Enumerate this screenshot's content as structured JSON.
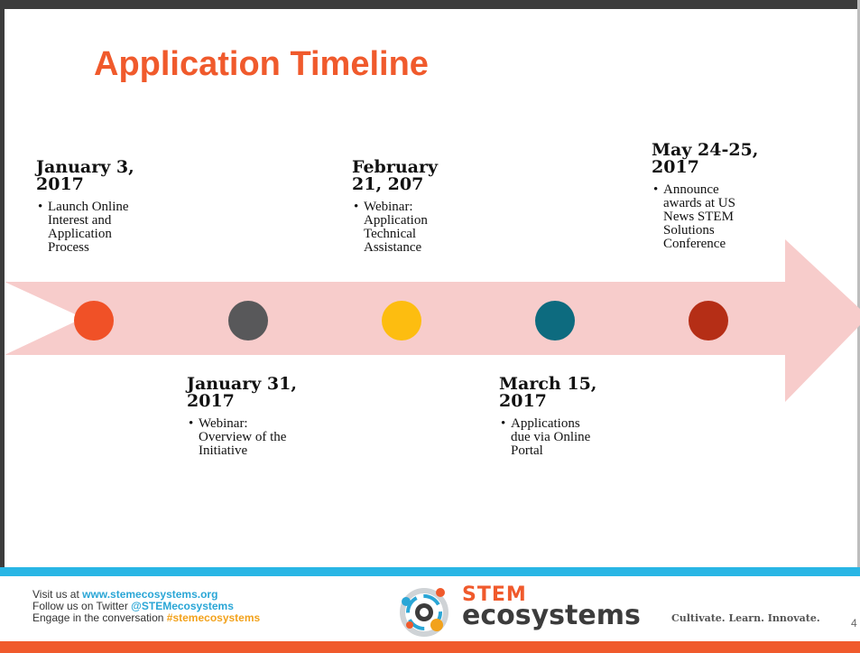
{
  "slide": {
    "title": "Application Timeline",
    "page_number": "4"
  },
  "colors": {
    "title": "#f05a2c",
    "arrow": "#f7cccb",
    "footer_bar": "#29b6e5",
    "bottom_bar": "#f05a2c"
  },
  "events": [
    {
      "date": "January 3, 2017",
      "date_lines": [
        "January 3,",
        "2017"
      ],
      "items": [
        "Launch Online Interest and Application Process"
      ],
      "item_lines": [
        "Launch Online",
        "Interest and",
        "Application",
        "Process"
      ],
      "color": "#f05127"
    },
    {
      "date": "January 31, 2017",
      "date_lines": [
        "January 31,",
        "2017"
      ],
      "items": [
        "Webinar: Overview of the Initiative"
      ],
      "item_lines": [
        "Webinar:",
        "Overview of the",
        "Initiative"
      ],
      "color": "#58585a"
    },
    {
      "date": "February 21, 207",
      "date_lines": [
        "February",
        "21, 207"
      ],
      "items": [
        "Webinar: Application Technical Assistance"
      ],
      "item_lines": [
        "Webinar:",
        "Application",
        "Technical",
        "Assistance"
      ],
      "color": "#fdbd10"
    },
    {
      "date": "March 15, 2017",
      "date_lines": [
        "March 15,",
        "2017"
      ],
      "items": [
        "Applications due via Online Portal"
      ],
      "item_lines": [
        "Applications",
        "due via Online",
        "Portal"
      ],
      "color": "#0d6b7f"
    },
    {
      "date": "May 24-25, 2017",
      "date_lines": [
        "May 24-25,",
        "2017"
      ],
      "items": [
        "Announce awards at US News STEM Solutions Conference"
      ],
      "item_lines": [
        "Announce",
        "awards at US",
        "News STEM",
        "Solutions",
        "Conference"
      ],
      "color": "#b52e16"
    }
  ],
  "footer": {
    "visit_prefix": "Visit us at ",
    "visit_link": "www.stemecosystems.org",
    "follow_prefix": "Follow us on Twitter ",
    "follow_handle": "@STEMecosystems",
    "engage_prefix": "Engage in the conversation ",
    "engage_tag": "#stemecosystems"
  },
  "logo": {
    "word1": "STEM",
    "word2": "ecosystems",
    "tagline": "Cultivate. Learn. Innovate."
  }
}
